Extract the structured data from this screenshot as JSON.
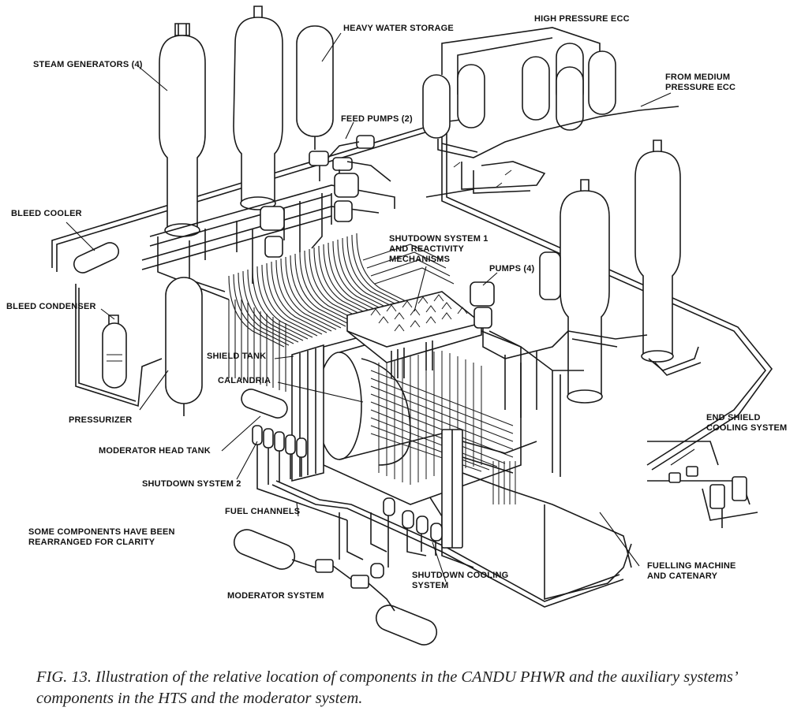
{
  "labels": {
    "heavy_water_storage": "HEAVY WATER STORAGE",
    "high_pressure_ecc": "HIGH PRESSURE ECC",
    "steam_generators": "STEAM GENERATORS (4)",
    "from_medium_ecc": "FROM MEDIUM\nPRESSURE ECC",
    "feed_pumps": "FEED PUMPS (2)",
    "bleed_cooler": "BLEED COOLER",
    "shutdown_system_1": "SHUTDOWN SYSTEM 1\nAND REACTIVITY\nMECHANISMS",
    "pumps": "PUMPS (4)",
    "bleed_condenser": "BLEED CONDENSER",
    "shield_tank": "SHIELD TANK",
    "calandria": "CALANDRIA",
    "pressurizer": "PRESSURIZER",
    "end_shield_cooling": "END SHIELD\nCOOLING SYSTEM",
    "moderator_head_tank": "MODERATOR HEAD TANK",
    "shutdown_system_2": "SHUTDOWN SYSTEM 2",
    "fuel_channels": "FUEL CHANNELS",
    "fuelling_machine": "FUELLING MACHINE\nAND CATENARY",
    "shutdown_cooling": "SHUTDOWN COOLING\nSYSTEM",
    "moderator_system": "MODERATOR SYSTEM"
  },
  "note": "SOME COMPONENTS HAVE BEEN\nREARRANGED FOR CLARITY",
  "caption": "FIG. 13. Illustration of the relative location of components in the CANDU PHWR and the auxiliary systems’ components in the HTS and the moderator system."
}
